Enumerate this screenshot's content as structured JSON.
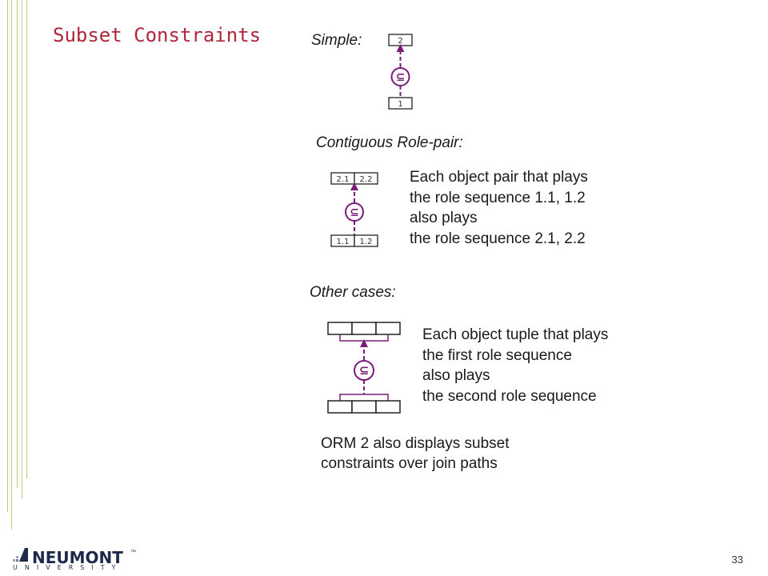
{
  "slide": {
    "title": "Subset Constraints",
    "page_number": "33"
  },
  "colors": {
    "title": "#b0263a",
    "constraint": "#7b1a7b",
    "decor_lines": "#c8c878"
  },
  "sections": {
    "simple": {
      "label": "Simple:",
      "top_role": "2",
      "bottom_role": "1",
      "symbol": "⊆"
    },
    "contiguous": {
      "label": "Contiguous Role-pair:",
      "top_roles": [
        "2.1",
        "2.2"
      ],
      "bottom_roles": [
        "1.1",
        "1.2"
      ],
      "symbol": "⊆",
      "description": [
        "Each object pair that plays",
        "the role sequence 1.1, 1.2",
        "also plays",
        "the role sequence 2.1, 2.2"
      ]
    },
    "other": {
      "label": "Other cases:",
      "symbol": "⊆",
      "description": [
        "Each object tuple that plays",
        "the first role sequence",
        "also plays",
        "the second role sequence"
      ]
    }
  },
  "note": [
    "ORM 2 also displays subset",
    "constraints over join paths"
  ],
  "logo": {
    "name": "NEUMONT",
    "subtitle": "UNIVERSITY",
    "trademark": "™"
  }
}
